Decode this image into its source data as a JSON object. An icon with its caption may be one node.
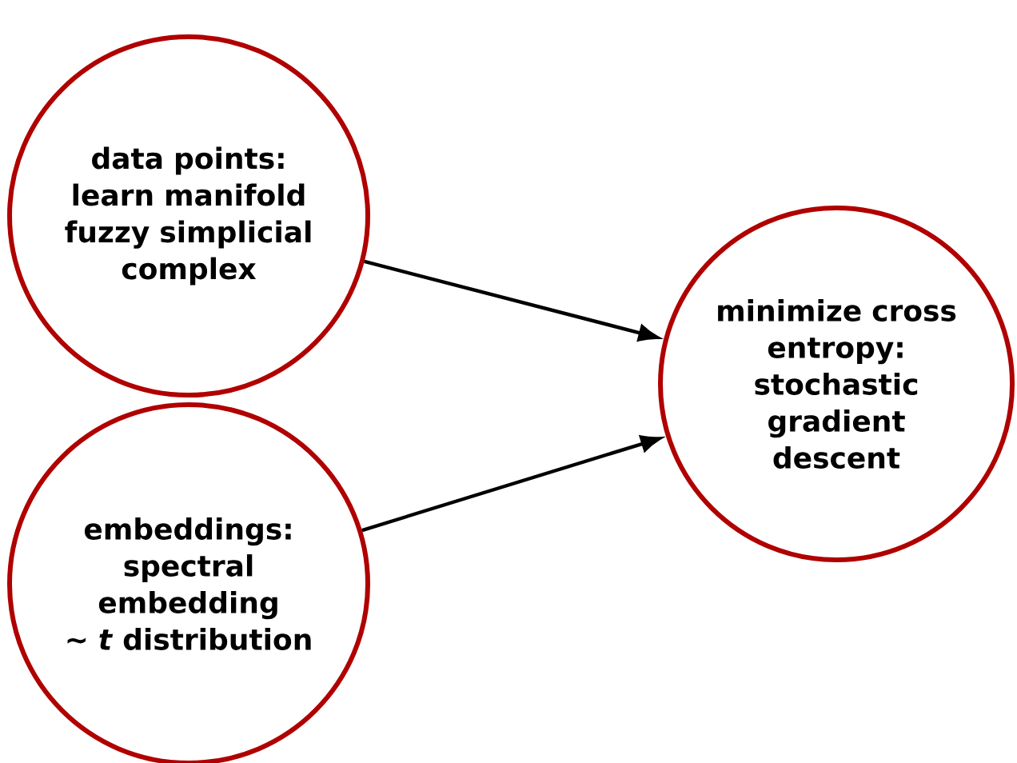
{
  "diagram": {
    "nodes": [
      {
        "text": [
          "data points: learn manifold fuzzy simplicial complex"
        ]
      },
      {
        "text": [
          "embeddings: spectral embedding ∼ *t* distribution"
        ]
      },
      {
        "text": [
          "minimize cross entropy: stochastic gradient descent"
        ]
      }
    ],
    "edges": [
      {
        "from": 0,
        "to": 2,
        "arrow": "to"
      },
      {
        "from": 1,
        "to": 2,
        "arrow": "to"
      }
    ]
  }
}
